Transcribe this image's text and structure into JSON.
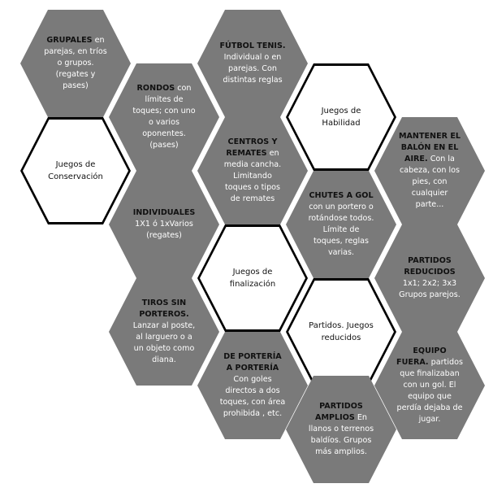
{
  "diagram": {
    "nodes": [
      {
        "id": "grupales",
        "style": "gray",
        "title": "GRUPALES",
        "text": " en parejas, en tríos o grupos. (regates y pases)"
      },
      {
        "id": "futbol",
        "style": "gray",
        "title": "FÚTBOL TENIS.",
        "text": " Individual o en parejas. Con distintas reglas"
      },
      {
        "id": "rondos",
        "style": "gray",
        "title": "RONDOS",
        "text": " con límites de toques; con uno o varios oponentes. (pases)"
      },
      {
        "id": "habilidad",
        "style": "outline",
        "title": "",
        "text": "Juegos de Habilidad"
      },
      {
        "id": "conservacion",
        "style": "outline",
        "title": "",
        "text": "Juegos de Conservación"
      },
      {
        "id": "centros",
        "style": "gray",
        "title": "CENTROS Y REMATES",
        "text": " en media cancha. Limitando toques o tipos de remates"
      },
      {
        "id": "mantener",
        "style": "gray",
        "title": "MANTENER EL BALÓN EN EL AIRE.",
        "text": " Con la cabeza, con los pies, con cualquier parte..."
      },
      {
        "id": "individuales",
        "style": "gray",
        "title": "INDIVIDUALES",
        "text": " 1X1 ó 1xVarios (regates)"
      },
      {
        "id": "chutes",
        "style": "gray",
        "title": "CHUTES A GOL",
        "text": " con un portero o rotándose todos. Límite de toques, reglas varias."
      },
      {
        "id": "finalizacion",
        "style": "outline",
        "title": "",
        "text": "Juegos de finalización"
      },
      {
        "id": "partidosred",
        "style": "gray",
        "title": "PARTIDOS REDUCIDOS",
        "text": " 1x1; 2x2; 3x3 Grupos parejos."
      },
      {
        "id": "tiros",
        "style": "gray",
        "title": "TIROS SIN PORTEROS.",
        "text": " Lanzar al poste, al larguero o a un objeto como diana."
      },
      {
        "id": "reducidos",
        "style": "outline",
        "title": "",
        "text": "Partidos. Juegos reducidos"
      },
      {
        "id": "porteria",
        "style": "gray",
        "title": "DE PORTERÍA A PORTERÍA",
        "text": " Con goles directos a dos toques, con área prohibida , etc."
      },
      {
        "id": "equipo",
        "style": "gray",
        "title": "EQUIPO FUERA.",
        "text": " partidos que finalizaban con un gol. El equipo que perdía dejaba de jugar."
      },
      {
        "id": "amplios",
        "style": "gray",
        "title": "PARTIDOS AMPLIOS",
        "text": " En llanos o terrenos baldíos. Grupos más amplios."
      }
    ]
  }
}
